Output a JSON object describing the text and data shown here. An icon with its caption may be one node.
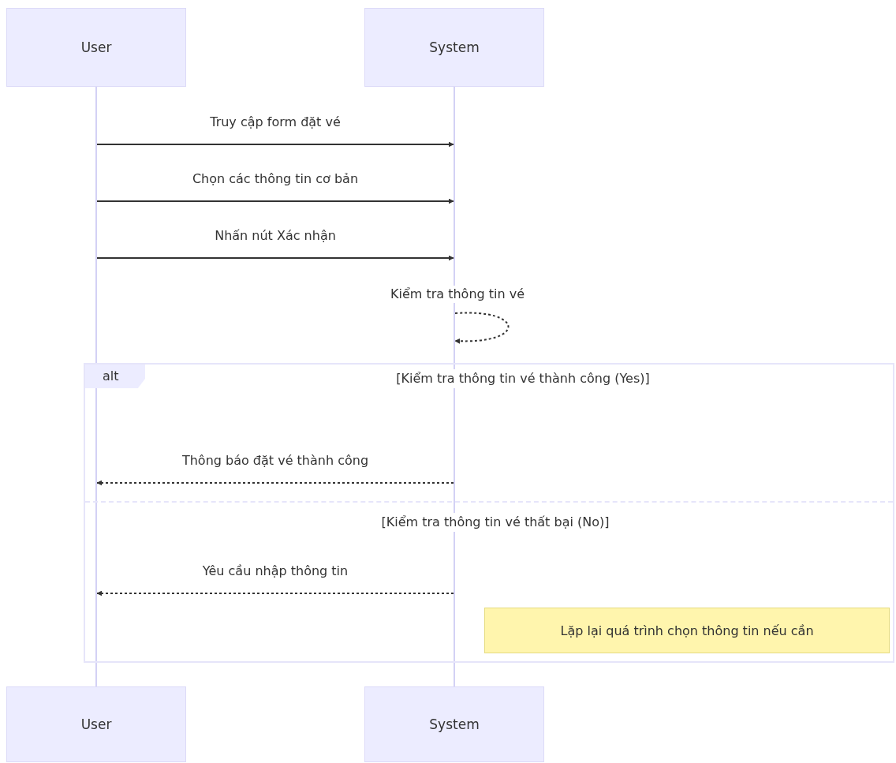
{
  "diagram": {
    "nodes": [
      {
        "text": [
          "User"
        ]
      },
      {
        "text": [
          "System"
        ]
      },
      {
        "text": [],
        "shape": "bar"
      },
      {
        "text": [],
        "shape": "bar"
      },
      {
        "text": [
          "alt",
          "[Kiểm tra thông tin vé thành công (Yes)]",
          "[Kiểm tra thông tin vé thất bại (No)]"
        ]
      },
      {
        "text": [
          "Lặp lại quá trình chọn thông tin nếu cần"
        ],
        "in": 4
      },
      {
        "text": [
          "User"
        ]
      },
      {
        "text": [
          "System"
        ]
      }
    ],
    "edges": [
      {
        "from": 2,
        "to": 3,
        "arrow": "to",
        "label": "Truy cập form đặt vé"
      },
      {
        "from": 2,
        "to": 3,
        "arrow": "to",
        "label": "Chọn các thông tin cơ bản"
      },
      {
        "from": 2,
        "to": 3,
        "arrow": "to",
        "label": "Nhấn nút Xác nhận"
      },
      {
        "from": 3,
        "to": 3,
        "arrow": "to",
        "label": "Kiểm tra thông tin vé",
        "style": "dashed"
      },
      {
        "from": 3,
        "to": 2,
        "arrow": "to",
        "label": "Thông báo đặt vé thành công",
        "style": "dashed"
      },
      {
        "from": 3,
        "to": 2,
        "arrow": "to",
        "label": "Yêu cầu nhập thông tin",
        "style": "dashed"
      }
    ]
  }
}
